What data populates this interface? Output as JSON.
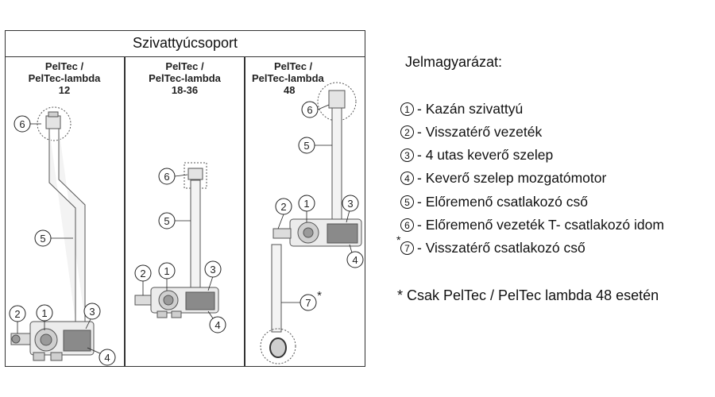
{
  "table": {
    "title": "Szivattyúcsoport",
    "columns": [
      {
        "line1": "PelTec /",
        "line2": "PelTec-lambda",
        "line3": "12"
      },
      {
        "line1": "PelTec /",
        "line2": "PelTec-lambda",
        "line3": "18-36"
      },
      {
        "line1": "PelTec /",
        "line2": "PelTec-lambda",
        "line3": "48"
      }
    ],
    "callouts": {
      "n1": "1",
      "n2": "2",
      "n3": "3",
      "n4": "4",
      "n5": "5",
      "n6": "6",
      "n7": "7",
      "star": "*"
    }
  },
  "legend": {
    "title": "Jelmagyarázat:",
    "items": [
      {
        "num": "1",
        "text": "- Kazán szivattyú"
      },
      {
        "num": "2",
        "text": "- Visszatérő vezeték"
      },
      {
        "num": "3",
        "text": "- 4 utas keverő szelep"
      },
      {
        "num": "4",
        "text": "- Keverő szelep mozgatómotor"
      },
      {
        "num": "5",
        "text": "- Előremenő csatlakozó cső"
      },
      {
        "num": "6",
        "text": "- Előremenő vezeték T- csatlakozó idom"
      },
      {
        "num": "7",
        "text": "- Visszatérő csatlakozó cső"
      }
    ],
    "star": "*",
    "footnote": "* Csak PelTec / PelTec lambda 48 esetén"
  }
}
